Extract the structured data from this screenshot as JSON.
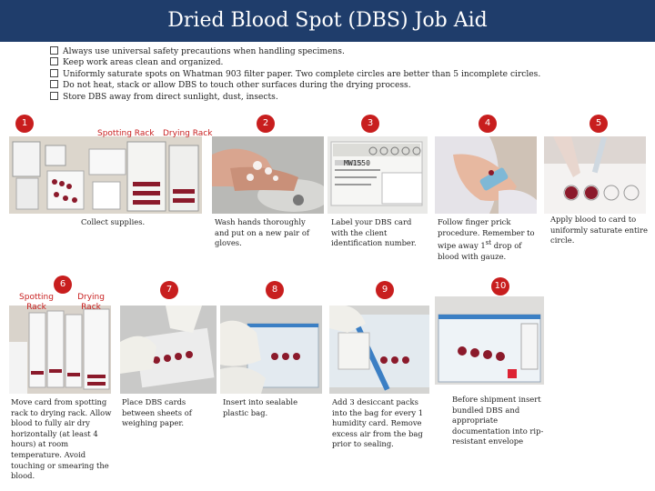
{
  "title": "Dried Blood Spot (DBS) Job Aid",
  "precautions": [
    "Always use universal safety precautions when handling specimens.",
    "Keep work areas clean and organized.",
    "Uniformly saturate spots on Whatman 903 filter paper. Two complete circles are better than 5 incomplete circles.",
    "Do not heat, stack or allow DBS to touch other surfaces during the drying process.",
    "Store DBS away from direct sunlight, dust, insects."
  ],
  "steps": [
    {
      "num": "1",
      "text": "Collect supplies.",
      "labels": [
        "Spotting Rack",
        "Drying Rack"
      ]
    },
    {
      "num": "2",
      "text": "Wash hands thoroughly and put on a new pair of gloves."
    },
    {
      "num": "3",
      "text": "Label your DBS card with the client identification number.",
      "card_text": "MW1550"
    },
    {
      "num": "4",
      "text_html": "Follow finger prick procedure. Remember to wipe away 1<sup>st</sup> drop of blood with gauze."
    },
    {
      "num": "5",
      "text": "Apply blood to card to uniformly saturate entire circle."
    },
    {
      "num": "6",
      "text": "Move card from spotting rack to drying rack. Allow blood to fully air dry horizontally (at least 4 hours) at room temperature. Avoid touching or smearing the blood.",
      "labels": [
        "Spotting Rack",
        "Drying Rack"
      ]
    },
    {
      "num": "7",
      "text": "Place DBS cards between sheets of weighing paper."
    },
    {
      "num": "8",
      "text": "Insert into sealable plastic bag."
    },
    {
      "num": "9",
      "text": "Add 3 desiccant packs into the bag for every 1 humidity card. Remove excess air from the bag prior to sealing."
    },
    {
      "num": "10",
      "text": "Before shipment insert bundled DBS and appropriate documentation into rip-resistant envelope"
    }
  ],
  "colors": {
    "header": "#1f3d6b",
    "badge": "#c81e1e",
    "blood": "#8b1a2b"
  }
}
